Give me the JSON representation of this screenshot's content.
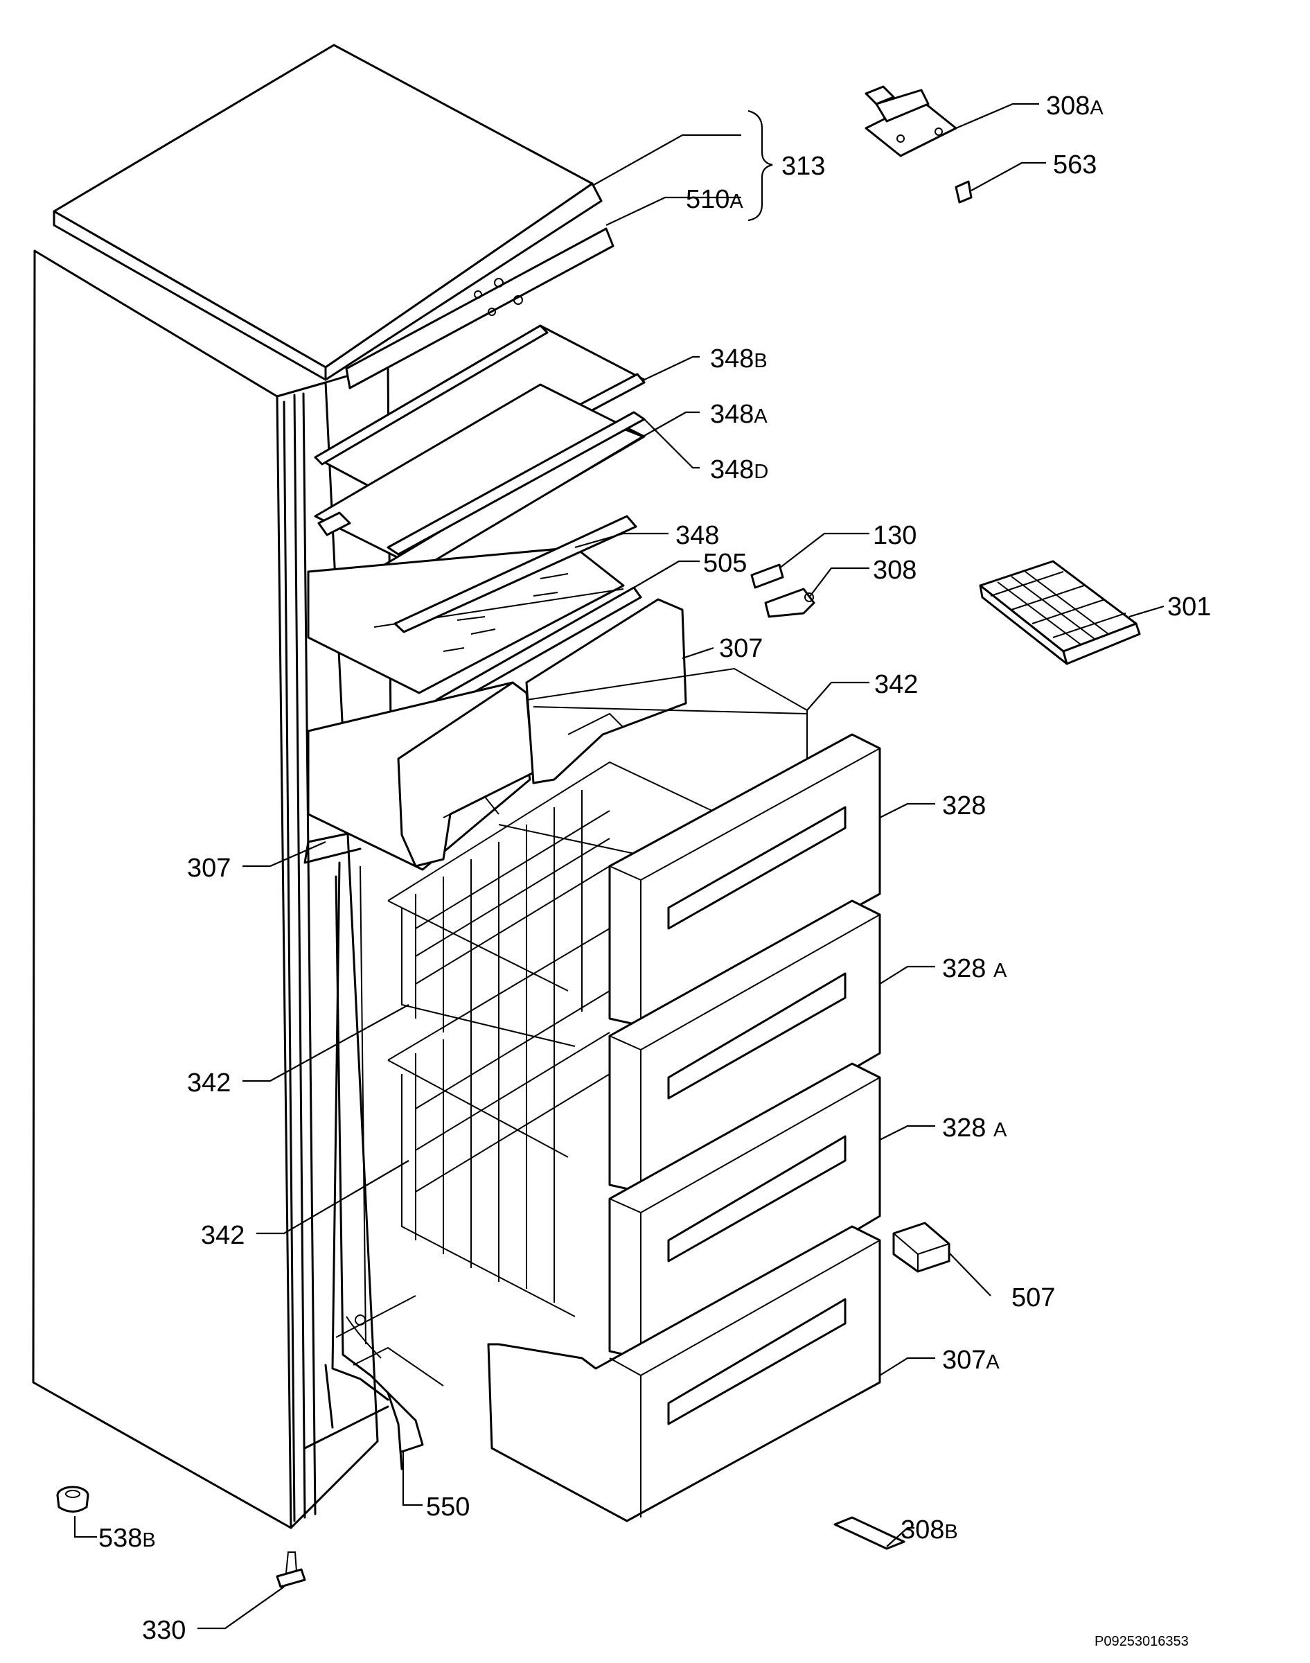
{
  "callouts": [
    {
      "num": "313",
      "suffix": ""
    },
    {
      "num": "510",
      "suffix": "A"
    },
    {
      "num": "308",
      "suffix": "A"
    },
    {
      "num": "563",
      "suffix": ""
    },
    {
      "num": "348",
      "suffix": "B"
    },
    {
      "num": "348",
      "suffix": "A"
    },
    {
      "num": "348",
      "suffix": "D"
    },
    {
      "num": "348",
      "suffix": ""
    },
    {
      "num": "505",
      "suffix": ""
    },
    {
      "num": "130",
      "suffix": ""
    },
    {
      "num": "308",
      "suffix": ""
    },
    {
      "num": "301",
      "suffix": ""
    },
    {
      "num": "307",
      "suffix": ""
    },
    {
      "num": "342",
      "suffix": ""
    },
    {
      "num": "328",
      "suffix": ""
    },
    {
      "num": "307",
      "suffix": ""
    },
    {
      "num": "328",
      "suffix": "A"
    },
    {
      "num": "342",
      "suffix": ""
    },
    {
      "num": "328",
      "suffix": "A"
    },
    {
      "num": "342",
      "suffix": ""
    },
    {
      "num": "507",
      "suffix": ""
    },
    {
      "num": "307",
      "suffix": "A"
    },
    {
      "num": "550",
      "suffix": ""
    },
    {
      "num": "538",
      "suffix": "B"
    },
    {
      "num": "308",
      "suffix": "B"
    },
    {
      "num": "330",
      "suffix": ""
    }
  ],
  "drawing_code": "P09253016353"
}
